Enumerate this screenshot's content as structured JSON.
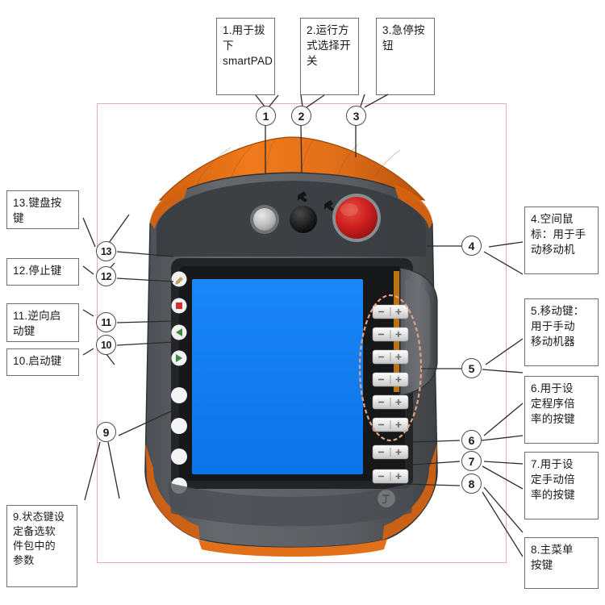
{
  "figure": {
    "subject": "KUKA smartPAD teach pendant front view",
    "frame_color": "#e8a9b8",
    "highlight_ellipse_color": "#e2a183"
  },
  "callouts": [
    {
      "id": "1",
      "text": "1.用于拔下 smartPAD",
      "lines": [
        "1.用于拔",
        "下",
        "smartPAD"
      ]
    },
    {
      "id": "2",
      "text": "2.运行方式选择开关",
      "lines": [
        "2.运行方",
        "式选择开",
        "关"
      ]
    },
    {
      "id": "3",
      "text": "3.急停按钮",
      "lines": [
        "3.急停按",
        "钮"
      ]
    },
    {
      "id": "4",
      "text": "4.空间鼠标：用于手动移动机",
      "lines": [
        "4.空间鼠",
        "标：用于手",
        "动移动机"
      ]
    },
    {
      "id": "5",
      "text": "5.移动键：用于手动移动机器",
      "lines": [
        "5.移动键：",
        "用于手动",
        "移动机器"
      ]
    },
    {
      "id": "6",
      "text": "6.用于设定程序倍率的按键",
      "lines": [
        "6.用于设",
        "定程序倍",
        "率的按键"
      ]
    },
    {
      "id": "7",
      "text": "7.用于设定手动倍率的按键",
      "lines": [
        "7.用于设",
        "定手动倍",
        "率的按键"
      ]
    },
    {
      "id": "8",
      "text": "8.主菜单按键",
      "lines": [
        "8.主菜单",
        "按键"
      ]
    },
    {
      "id": "9",
      "text": "9.状态键设定备选软件包中的参数",
      "lines": [
        "9.状态键设",
        "定备选软",
        "件包中的",
        "参数"
      ]
    },
    {
      "id": "10",
      "text": "10.启动键",
      "lines": [
        "10.启动键"
      ]
    },
    {
      "id": "11",
      "text": "11.逆向启动键",
      "lines": [
        "11.逆向启",
        "动键"
      ]
    },
    {
      "id": "12",
      "text": "12.停止键",
      "lines": [
        "12.停止键"
      ]
    },
    {
      "id": "13",
      "text": "13.键盘按键",
      "lines": [
        "13.键盘按",
        "键"
      ]
    }
  ],
  "device": {
    "screen_color": "#1180f5",
    "bezel_color": "#262626",
    "body_color": "#5a5d61",
    "trim_color": "#e2701a",
    "top_buttons": {
      "unplug_button": "unplug-button",
      "mode_selector": "mode-selector-switch",
      "estop_button": "emergency-stop-button",
      "estop_color": "#cc1f1f"
    },
    "left_keys": [
      {
        "name": "keyboard-key",
        "glyph": "pencil",
        "color": "#c8a06a"
      },
      {
        "name": "stop-key",
        "glyph": "square",
        "color": "#d32f2f"
      },
      {
        "name": "reverse-start-key",
        "glyph": "triangle-left",
        "color": "#3d8b3d"
      },
      {
        "name": "start-key",
        "glyph": "triangle-right",
        "color": "#3d8b3d"
      }
    ],
    "status_keys_count": 4,
    "jog_keys_count": 6,
    "override_keys_count": 2,
    "rocker_minus": "−",
    "rocker_plus": "+",
    "main_menu_key": "main-menu-key"
  }
}
